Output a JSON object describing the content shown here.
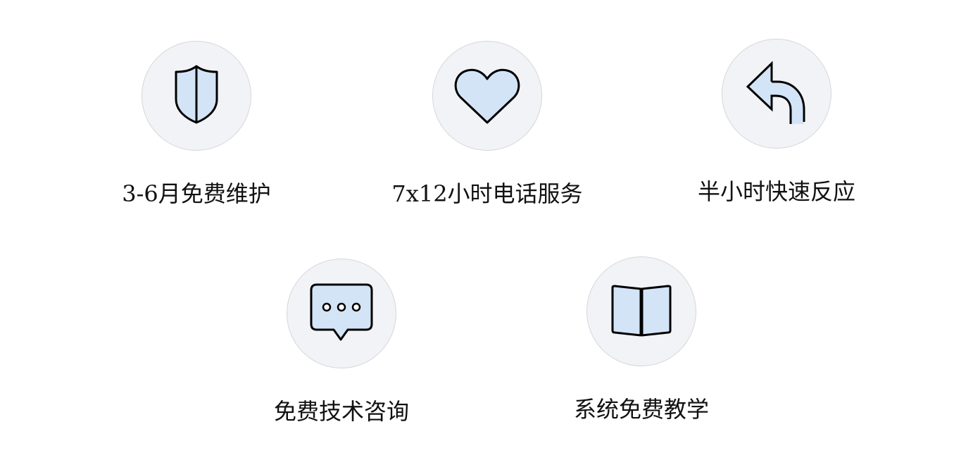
{
  "colors": {
    "circle_bg": "#f2f3f7",
    "icon_fill": "#d4e4f7",
    "stroke": "#000000"
  },
  "features": [
    {
      "label": "3-6月免费维护",
      "icon": "shield-icon"
    },
    {
      "label": "7x12小时电话服务",
      "icon": "heart-icon"
    },
    {
      "label": "半小时快速反应",
      "icon": "reply-arrow-icon"
    },
    {
      "label": "免费技术咨询",
      "icon": "chat-bubble-icon"
    },
    {
      "label": "系统免费教学",
      "icon": "open-book-icon"
    }
  ]
}
